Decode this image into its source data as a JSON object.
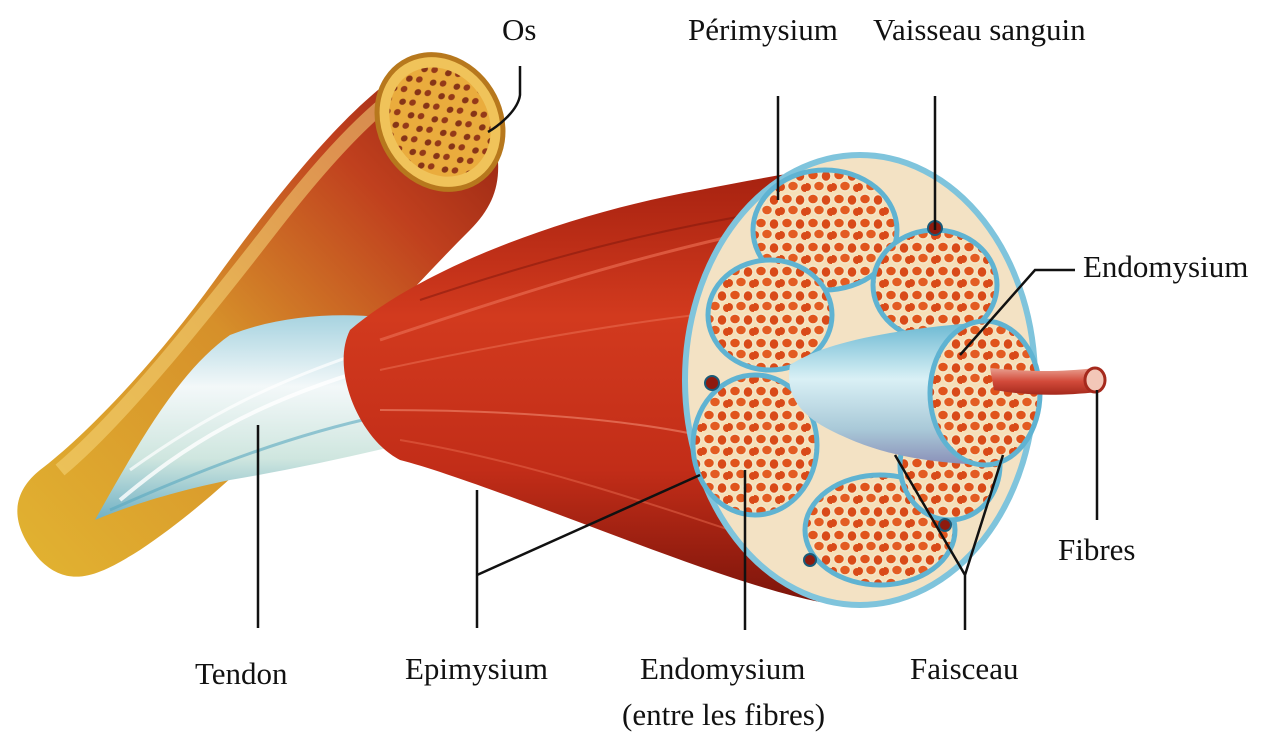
{
  "labels": {
    "bone": "Os",
    "perimysium": "Périmysium",
    "blood_vessel": "Vaisseau sanguin",
    "endomysium_top": "Endomysium",
    "fibers": "Fibres",
    "tendon": "Tendon",
    "epimysium": "Epimysium",
    "endomysium_bottom_line1": "Endomysium",
    "endomysium_bottom_line2": "(entre les fibres)",
    "fascicle": "Faisceau"
  },
  "colors": {
    "muscle_red": "#c7301c",
    "muscle_dark": "#8e1a0e",
    "bone_yellow": "#d9a12a",
    "tendon_white": "#dfeef3",
    "tendon_blue": "#8fc7d8",
    "connective_cream": "#f6dfb8",
    "fiber_orange": "#e0541c",
    "sheath_blue": "#7fc4dc"
  }
}
